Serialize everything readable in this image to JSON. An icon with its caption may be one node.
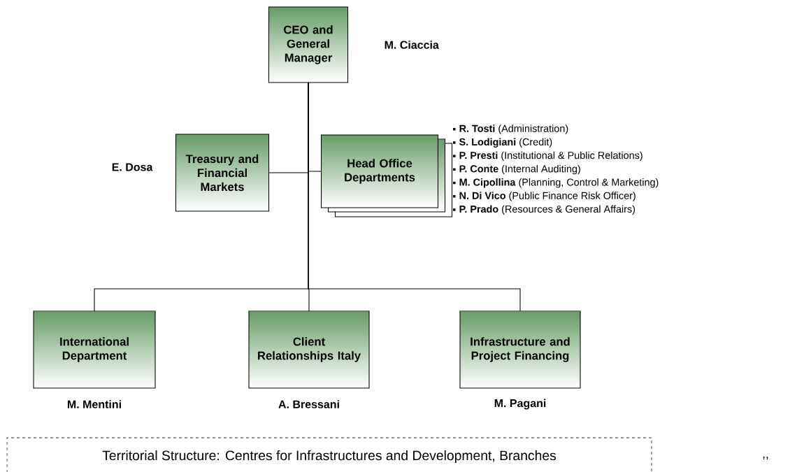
{
  "diagram": {
    "nodes": [
      {
        "text": [
          "CEO and General Manager"
        ],
        "beside": [
          "M. Ciaccia"
        ]
      },
      {
        "text": [
          "Treasury and Financial Markets"
        ],
        "beside": [
          "E. Dosa"
        ]
      },
      {
        "text": [
          "Head Office Departments"
        ],
        "beside": [
          "**R. Tosti** (Administration)",
          "**S. Lodigiani** (Credit)",
          "**P. Presti** (Institutional & Public Relations)",
          "**P. Conte** (Internal Auditing)",
          "**M. Cipollina** (Planning, Control & Marketing)",
          "**N. Di Vico** (Public Finance Risk Officer)",
          "**P. Prado** (Resources & General Affairs)"
        ]
      },
      {
        "text": [
          "International Department"
        ],
        "beside": [
          "M. Mentini"
        ]
      },
      {
        "text": [
          "Client Relationships Italy"
        ],
        "beside": [
          "A. Bressani"
        ]
      },
      {
        "text": [
          "Infrastructure and Project Financing"
        ],
        "beside": [
          "M. Pagani"
        ]
      },
      {
        "text": [
          "Territorial Structure: Centres for Infrastructures and Development, Branches"
        ]
      }
    ],
    "edges": [
      {
        "from": 0,
        "to": 1,
        "arrow": "none"
      },
      {
        "from": 0,
        "to": 2,
        "arrow": "none"
      },
      {
        "from": 0,
        "to": 3,
        "arrow": "none"
      },
      {
        "from": 0,
        "to": 4,
        "arrow": "none"
      },
      {
        "from": 0,
        "to": 5,
        "arrow": "none"
      }
    ],
    "labels": [
      ",,"
    ]
  }
}
